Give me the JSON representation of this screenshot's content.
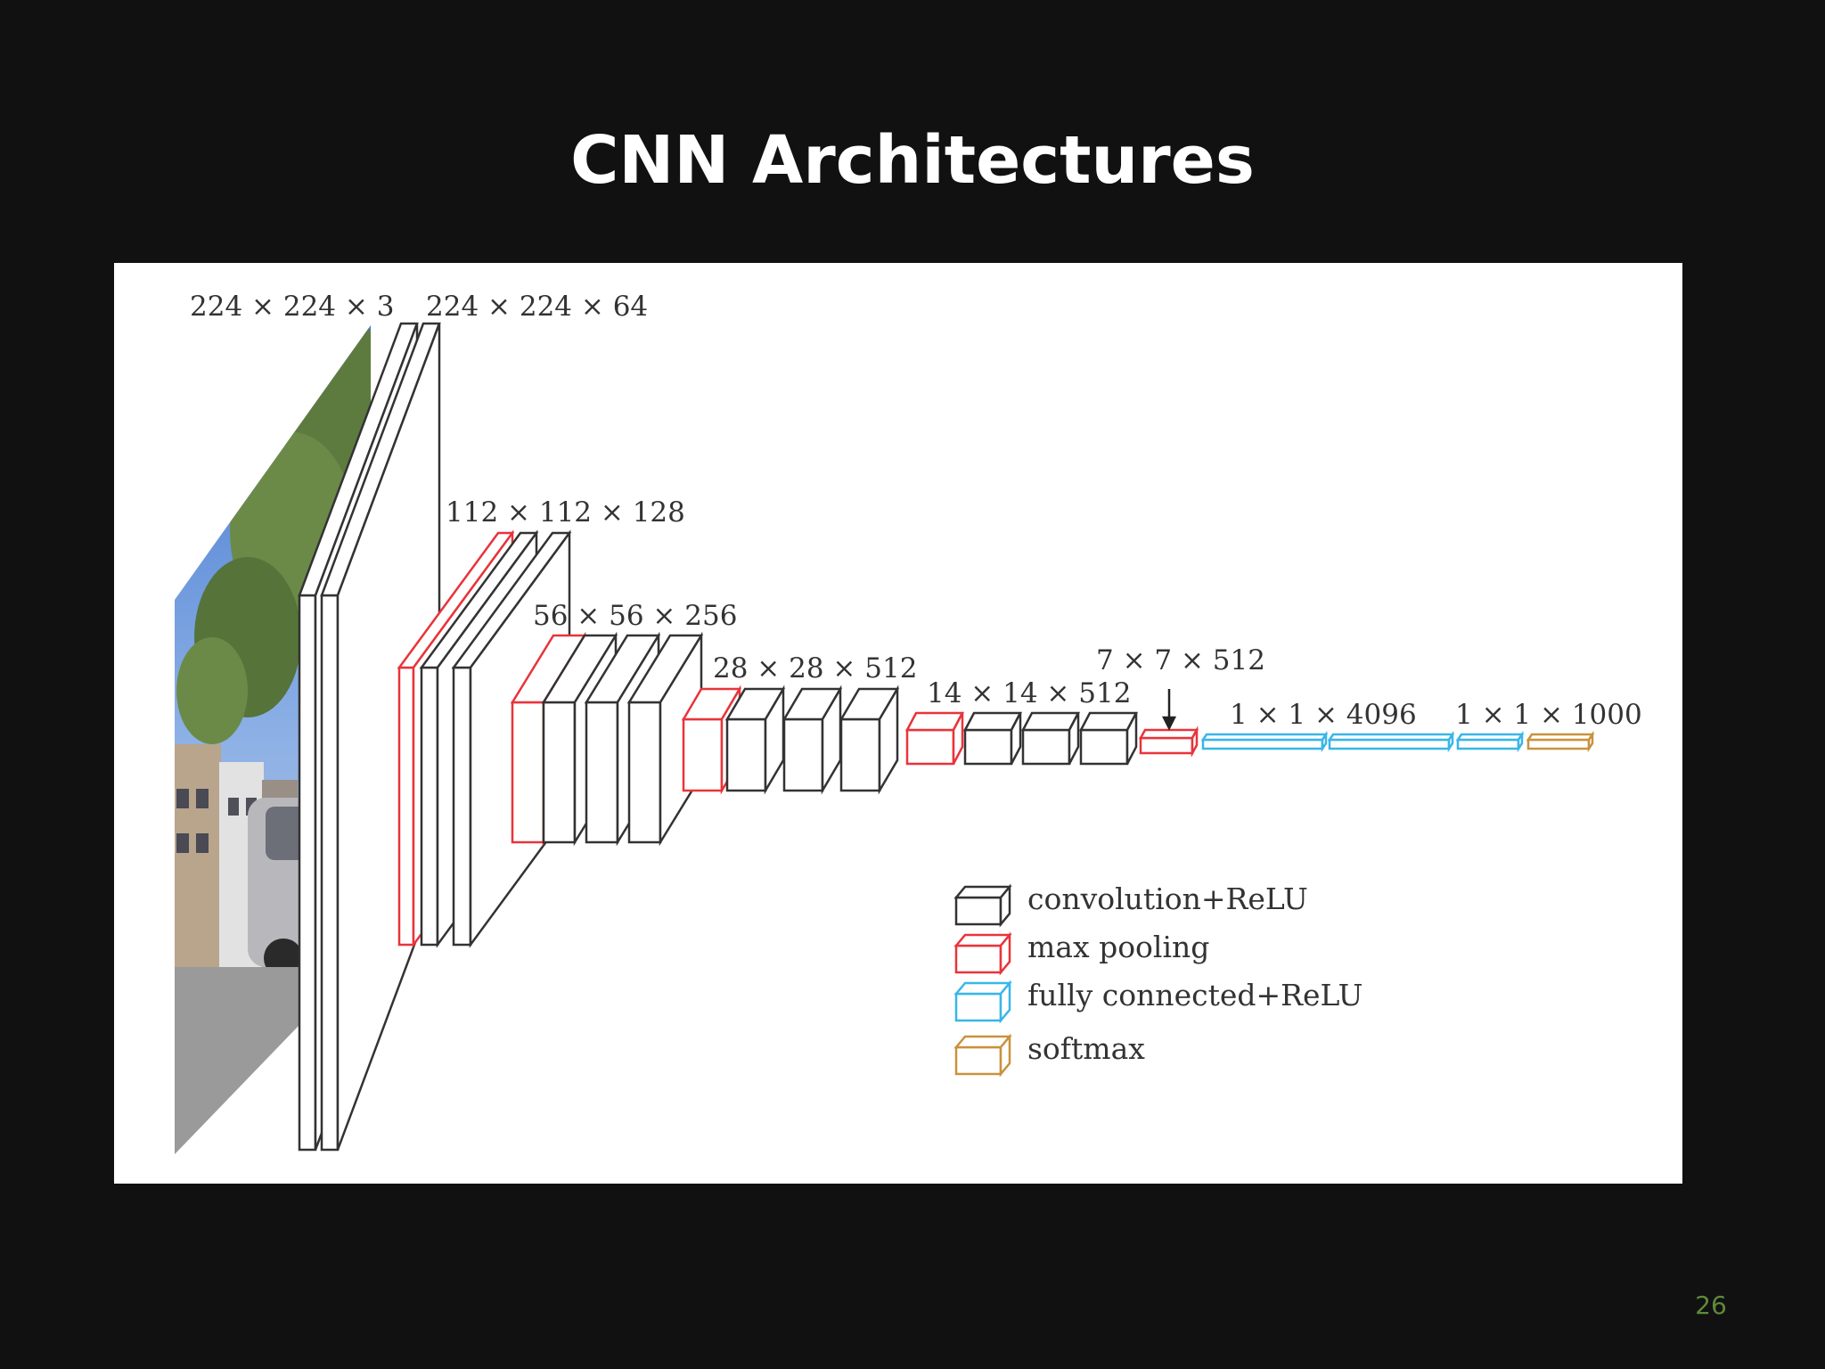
{
  "slide": {
    "title": "CNN Architectures",
    "page_number": "26"
  },
  "diagram": {
    "dimension_labels": {
      "input": "224 × 224 × 3",
      "block1": "224 × 224 × 64",
      "block2": "112 × 112 × 128",
      "block3": "56 × 56 × 256",
      "block4": "28 × 28 × 512",
      "block5": "14 × 14 × 512",
      "pool5": "7 × 7 × 512",
      "fc": "1 × 1 × 4096",
      "output": "1 × 1 × 1000"
    },
    "legend": [
      {
        "label": "convolution+ReLU",
        "color": "#333333"
      },
      {
        "label": "max pooling",
        "color": "#e8343a"
      },
      {
        "label": "fully connected+ReLU",
        "color": "#39b6e8"
      },
      {
        "label": "softmax",
        "color": "#c9923e"
      }
    ],
    "colors": {
      "conv": "#333333",
      "pool": "#e8343a",
      "fc": "#39b6e8",
      "softmax": "#c9923e",
      "sky": "#4f7ed0",
      "foliage": "#5d7b3e"
    }
  }
}
